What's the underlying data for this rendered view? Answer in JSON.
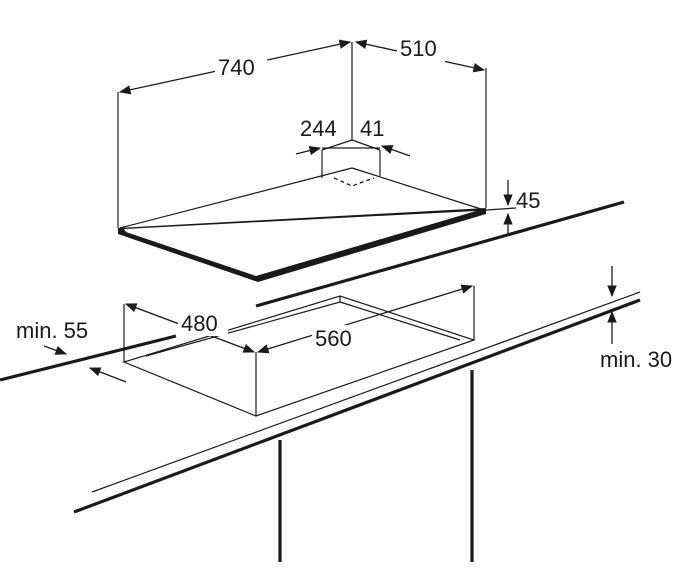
{
  "dimensions": {
    "width_top": "740",
    "depth_top": "510",
    "inlet_offset": "244",
    "inlet_depth": "41",
    "thickness": "45",
    "cutout_depth": "480",
    "cutout_width": "560",
    "min_front": "min. 55",
    "min_worktop": "min. 30"
  }
}
